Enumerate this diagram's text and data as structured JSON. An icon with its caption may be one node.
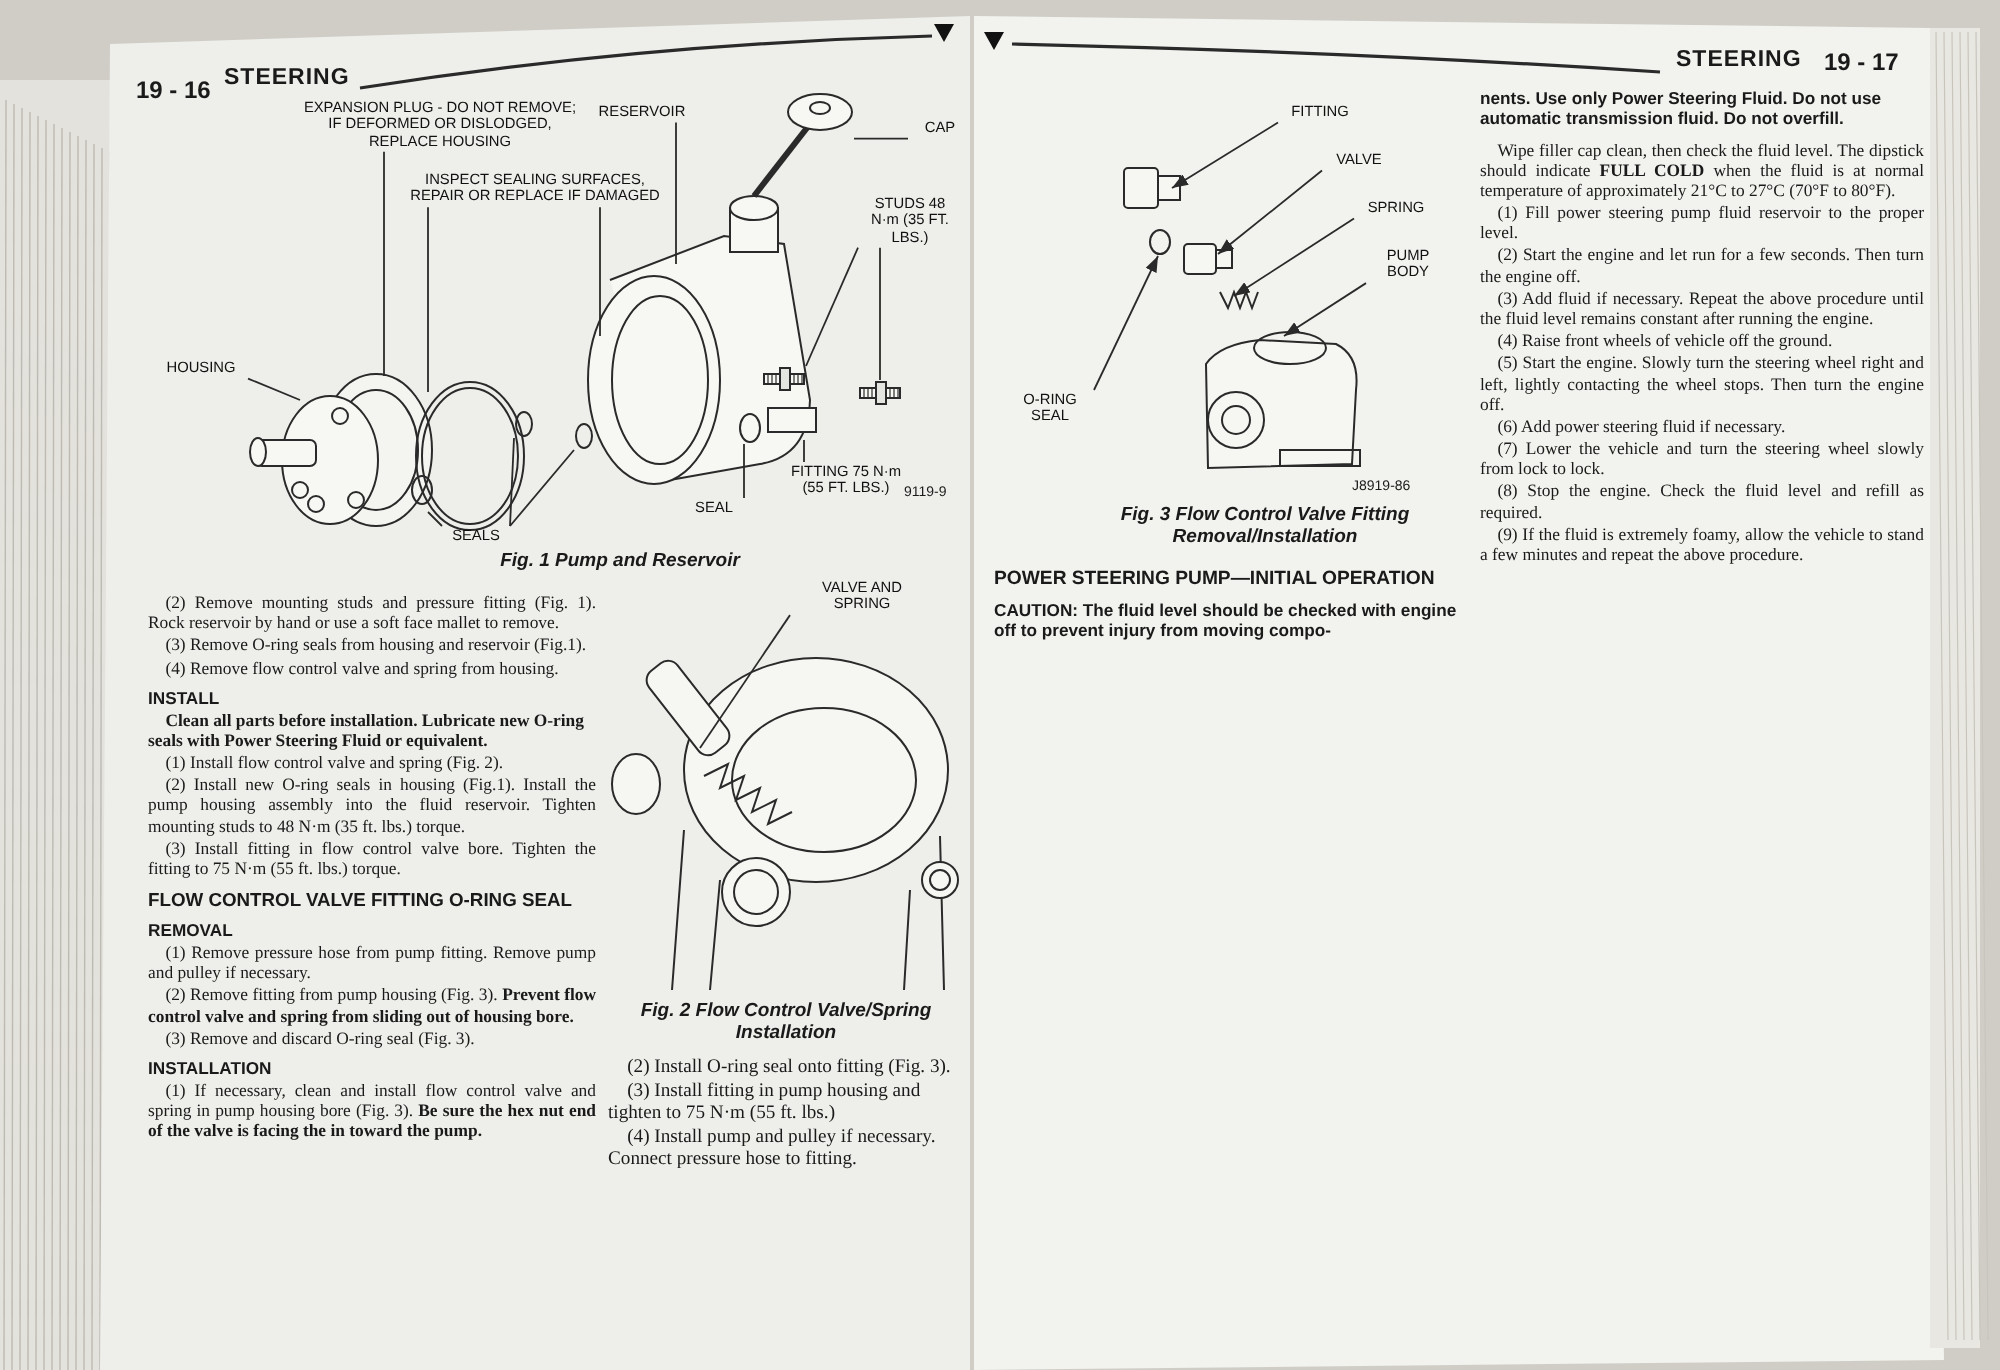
{
  "diagram": {
    "nodes": [
      {
        "text": [
          "EXPANSION PLUG - DO NOT REMOVE; IF DEFORMED OR DISLODGED, REPLACE HOUSING"
        ]
      },
      {
        "text": [
          "INSPECT SEALING SURFACES, REPAIR OR REPLACE IF DAMAGED"
        ]
      },
      {
        "text": [
          "RESERVOIR"
        ]
      },
      {
        "text": [
          "CAP"
        ]
      },
      {
        "text": [
          "STUDS 48 N·m (35 FT. LBS.)"
        ]
      },
      {
        "text": [
          "HOUSING"
        ]
      },
      {
        "text": [
          "SEALS"
        ]
      },
      {
        "text": [
          "SEAL"
        ]
      },
      {
        "text": [
          "FITTING 75 N·m (55 FT. LBS.)"
        ]
      },
      {
        "text": [
          "VALVE AND SPRING"
        ]
      },
      {
        "text": [
          "FITTING"
        ]
      },
      {
        "text": [
          "VALVE"
        ]
      },
      {
        "text": [
          "SPRING"
        ]
      },
      {
        "text": [
          "PUMP BODY"
        ]
      },
      {
        "text": [
          "O-RING SEAL"
        ]
      },
      {
        "text": [],
        "shape": "picture"
      },
      {
        "text": [],
        "shape": "circle"
      },
      {
        "text": [],
        "shape": "circle"
      },
      {
        "text": [],
        "shape": "circle"
      },
      {
        "text": [],
        "shape": "picture"
      },
      {
        "text": [],
        "shape": "picture"
      }
    ],
    "edges": [
      {
        "from": 0,
        "to": null,
        "arrow": "none"
      },
      {
        "from": 1,
        "to": null,
        "arrow": "none"
      },
      {
        "from": 1,
        "to": null,
        "arrow": "none"
      },
      {
        "from": 2,
        "to": null,
        "arrow": "none"
      },
      {
        "from": 3,
        "to": 15,
        "arrow": "none"
      },
      {
        "from": 4,
        "to": 19,
        "arrow": "none"
      },
      {
        "from": 4,
        "to": 20,
        "arrow": "none"
      },
      {
        "from": 5,
        "to": null,
        "arrow": "none"
      },
      {
        "from": 6,
        "to": null,
        "arrow": "none"
      },
      {
        "from": 6,
        "to": 16,
        "arrow": "none"
      },
      {
        "from": 6,
        "to": 17,
        "arrow": "none"
      },
      {
        "from": 7,
        "to": 18,
        "arrow": "none"
      },
      {
        "from": 8,
        "to": null,
        "arrow": "none"
      },
      {
        "from": 9,
        "to": null,
        "arrow": "none"
      },
      {
        "from": 10,
        "to": null,
        "arrow": "to"
      },
      {
        "from": 11,
        "to": null,
        "arrow": "to"
      },
      {
        "from": 12,
        "to": null,
        "arrow": "to"
      },
      {
        "from": 13,
        "to": null,
        "arrow": "to"
      },
      {
        "from": 14,
        "to": null,
        "arrow": "to"
      }
    ],
    "labels": [
      "19 - 16",
      "STEERING",
      "Fig. 1 Pump and Reservoir",
      "9119-9",
      "(2) Remove mounting studs and pressure fitting (Fig. 1). Rock reservoir by hand or use a soft face mallet to remove.",
      "(3) Remove O-ring seals from housing and reservoir (Fig.1).",
      "(4) Remove flow control valve and spring from housing.",
      "INSTALL",
      "Clean all parts before installation. Lubricate new O-ring seals with Power Steering Fluid or equivalent.",
      "(1) Install flow control valve and spring (Fig. 2).",
      "(2) Install new O-ring seals in housing (Fig.1). Install the pump housing assembly into the fluid reservoir. Tighten mounting studs to 48 N·m (35 ft. lbs.) torque.",
      "(3) Install fitting in flow control valve bore. Tighten the fitting to 75 N·m (55 ft. lbs.) torque.",
      "FLOW CONTROL VALVE FITTING O-RING SEAL",
      "REMOVAL",
      "(1) Remove pressure hose from pump fitting. Remove pump and pulley if necessary.",
      "(2) Remove fitting from pump housing (Fig. 3). **Prevent flow control valve and spring from sliding out of housing bore.**",
      "(3) Remove and discard O-ring seal (Fig. 3).",
      "INSTALLATION",
      "(1) If necessary, clean and install flow control valve and spring in pump housing bore (Fig. 3). **Be sure the hex nut end of the valve is facing the in toward the pump.**",
      "Fig. 2 Flow Control Valve/Spring Installation",
      "(2) Install O-ring seal onto fitting (Fig. 3).",
      "(3) Install fitting in pump housing and tighten to 75 N·m (55 ft. lbs.)",
      "(4) Install pump and pulley if necessary. Connect pressure hose to fitting.",
      "STEERING",
      "19 - 17",
      "J8919-86",
      "Fig. 3 Flow Control Valve Fitting Removal/Installation",
      "POWER STEERING PUMP—INITIAL OPERATION",
      "CAUTION: The fluid level should be checked with engine off to prevent injury from moving compo-",
      "nents. Use only Power Steering Fluid. Do not use automatic transmission fluid. Do not overfill.",
      "Wipe filler cap clean, then check the fluid level. The dipstick should indicate **FULL COLD** when the fluid is at normal temperature of approximately 21°C to 27°C (70°F to 80°F).",
      "(1) Fill power steering pump fluid reservoir to the proper level.",
      "(2) Start the engine and let run for a few seconds. Then turn the engine off.",
      "(3) Add fluid if necessary. Repeat the above procedure until the fluid level remains constant after running the engine.",
      "(4) Raise front wheels of vehicle off the ground.",
      "(5) Start the engine. Slowly turn the steering wheel right and left, lightly contacting the wheel stops. Then turn the engine off.",
      "(6) Add power steering fluid if necessary.",
      "(7) Lower the vehicle and turn the steering wheel slowly from lock to lock.",
      "(8) Stop the engine. Check the fluid level and refill as required.",
      "(9) If the fluid is extremely foamy, allow the vehicle to stand a few minutes and repeat the above procedure."
    ]
  }
}
